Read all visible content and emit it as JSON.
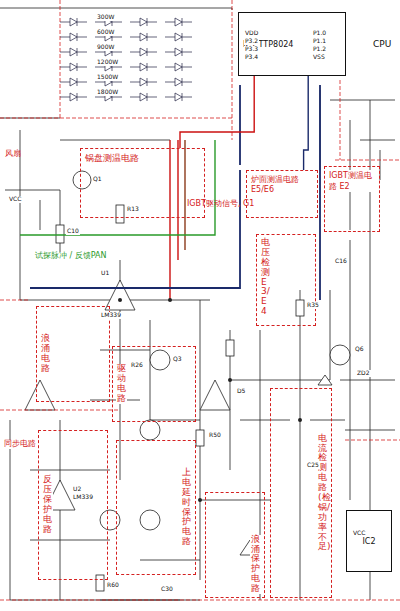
{
  "diagram": {
    "nodes": [
      {
        "text": [
          "IC1 TTP8024"
        ]
      },
      {
        "text": [
          "锅盘测温电路"
        ]
      },
      {
        "text": [
          "炉面测温电路 E5/E6"
        ]
      },
      {
        "text": [
          "IGBT测温电路 E2"
        ]
      },
      {
        "text": [
          "电压检测E3/E4"
        ]
      },
      {
        "text": [
          "浪涌电路"
        ]
      },
      {
        "text": [
          "驱动电路"
        ]
      },
      {
        "text": [
          "反压保护电路"
        ]
      },
      {
        "text": [
          "上电延时保护电路"
        ]
      },
      {
        "text": [
          "电流检测电路(检锅/功率不足)"
        ]
      },
      {
        "text": [
          "浪涌保护电路"
        ]
      },
      {
        "text": [
          "IC2"
        ]
      }
    ],
    "edges": [
      {
        "from": 0,
        "to": 1,
        "arrow": "none"
      },
      {
        "from": 0,
        "to": 2,
        "arrow": "none"
      }
    ],
    "labels": [
      "CPU",
      "VDD",
      "P3.2",
      "P3.3",
      "P3.4",
      "P1.0",
      "P1.1",
      "P1.2",
      "VSS",
      "风扇",
      "试探脉冲 / 反馈PAN",
      "IGBT驱动信号, G1",
      "同步电路",
      "Q1",
      "R13",
      "C10",
      "Q3",
      "R26",
      "U1",
      "LM339",
      "U2",
      "LM339",
      "D5",
      "R35",
      "C16",
      "Q6",
      "ZD2",
      "R50",
      "C25",
      "R60",
      "C30",
      "VCC",
      "300W",
      "600W",
      "900W",
      "1200W",
      "1500W",
      "1800W",
      "VCC"
    ]
  }
}
